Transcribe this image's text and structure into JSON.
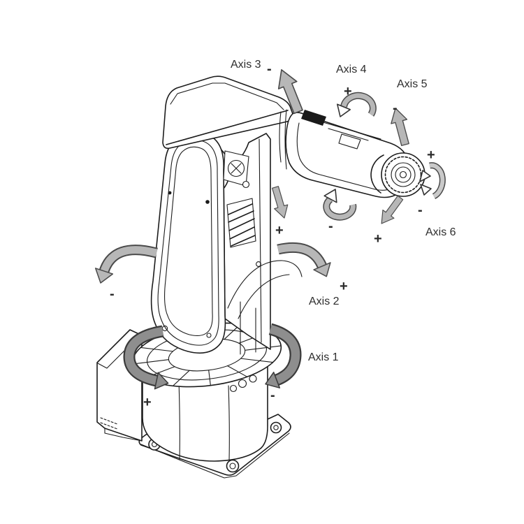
{
  "figure": {
    "description": "Six-axis robot arm jog direction diagram",
    "axes": [
      {
        "name": "Axis 1",
        "plus": "+",
        "minus": "-"
      },
      {
        "name": "Axis 2",
        "plus": "+",
        "minus": "-"
      },
      {
        "name": "Axis 3",
        "plus": "+",
        "minus": "-"
      },
      {
        "name": "Axis 4",
        "plus": "+",
        "minus": "-"
      },
      {
        "name": "Axis 5",
        "plus": "+",
        "minus": "-"
      },
      {
        "name": "Axis 6",
        "plus": "+",
        "minus": "-"
      }
    ]
  },
  "colors": {
    "background": "#ffffff",
    "line_art": "#1c1c1c",
    "arrow_fill": "#b7b7b7",
    "arrow_fill_dark": "#8e8e8e",
    "arrow_outline": "#4a4a4a",
    "text": "#2d2d2d"
  }
}
